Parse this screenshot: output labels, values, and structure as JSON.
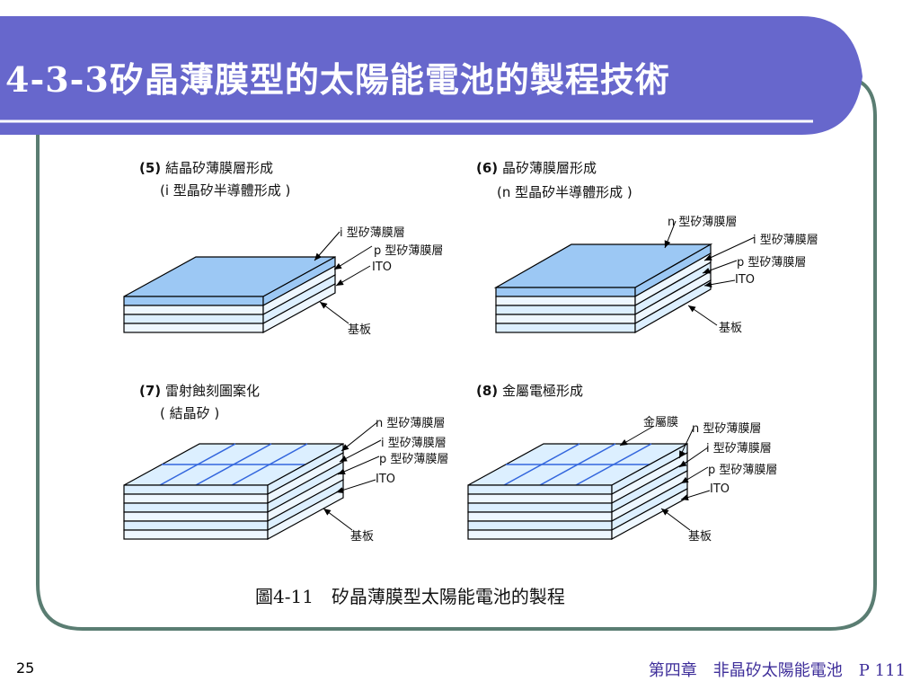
{
  "title": "4-3-3矽晶薄膜型的太陽能電池的製程技術",
  "colors": {
    "banner": "#6767cc",
    "frame": "#5a7d72",
    "layer_top": "#9cc8f4",
    "layer_light": "#dcefff",
    "laser_line": "#3366dd"
  },
  "steps": [
    {
      "number": "(5)",
      "title": "結晶矽薄膜層形成",
      "subtitle": "(i 型晶矽半導體形成 )",
      "layers": [
        "i 型矽薄膜層",
        "p 型矽薄膜層",
        "ITO",
        "基板"
      ]
    },
    {
      "number": "(6)",
      "title": "晶矽薄膜層形成",
      "subtitle": "(n 型晶矽半導體形成 )",
      "layers": [
        "n 型矽薄膜層",
        "i 型矽薄膜層",
        "p 型矽薄膜層",
        "ITO",
        "基板"
      ]
    },
    {
      "number": "(7)",
      "title": "雷射蝕刻圖案化",
      "subtitle": "( 結晶矽 )",
      "layers": [
        "n 型矽薄膜層",
        "i 型矽薄膜層",
        "p 型矽薄膜層",
        "ITO",
        "基板"
      ]
    },
    {
      "number": "(8)",
      "title": "金屬電極形成",
      "subtitle": "",
      "layers": [
        "金屬膜",
        "n 型矽薄膜層",
        "i 型矽薄膜層",
        "p 型矽薄膜層",
        "ITO",
        "基板"
      ]
    }
  ],
  "caption": "圖4-11　矽晶薄膜型太陽能電池的製程",
  "footer": {
    "slide_number": "25",
    "chapter": "第四章　非晶矽太陽能電池　P 111"
  }
}
